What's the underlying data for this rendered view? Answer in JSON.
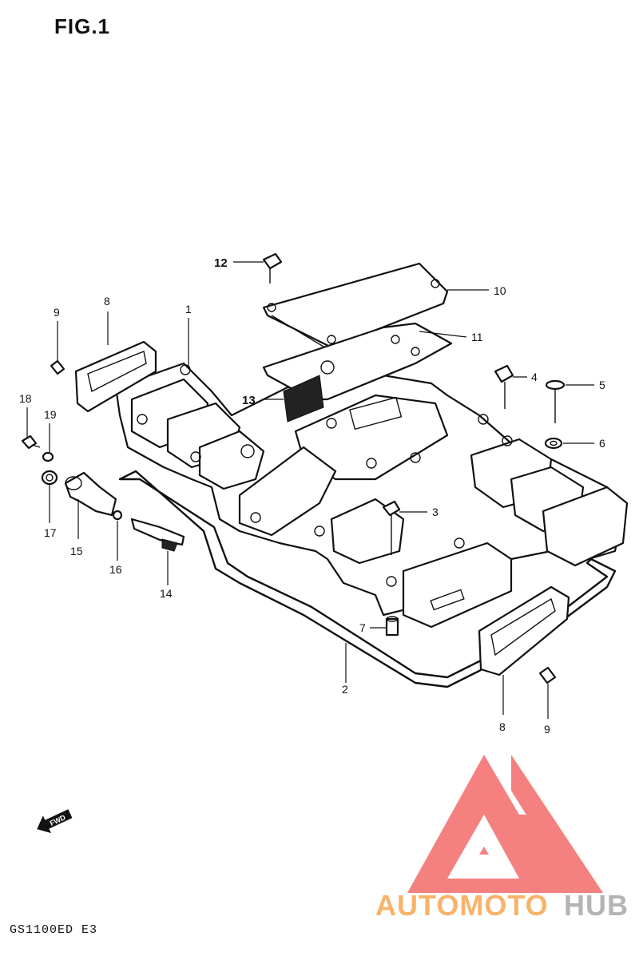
{
  "figure": {
    "title": "FIG.1",
    "model_code": "GS1100ED  E3",
    "fwd_label": "FWD"
  },
  "callouts": [
    {
      "id": "c1",
      "label": "1"
    },
    {
      "id": "c2",
      "label": "2"
    },
    {
      "id": "c3",
      "label": "3"
    },
    {
      "id": "c4",
      "label": "4"
    },
    {
      "id": "c5",
      "label": "5"
    },
    {
      "id": "c6",
      "label": "6"
    },
    {
      "id": "c7",
      "label": "7"
    },
    {
      "id": "c8a",
      "label": "8"
    },
    {
      "id": "c8b",
      "label": "8"
    },
    {
      "id": "c9a",
      "label": "9"
    },
    {
      "id": "c9b",
      "label": "9"
    },
    {
      "id": "c10",
      "label": "10"
    },
    {
      "id": "c11",
      "label": "11"
    },
    {
      "id": "c12",
      "label": "12"
    },
    {
      "id": "c13",
      "label": "13"
    },
    {
      "id": "c14",
      "label": "14"
    },
    {
      "id": "c15",
      "label": "15"
    },
    {
      "id": "c16",
      "label": "16"
    },
    {
      "id": "c17",
      "label": "17"
    },
    {
      "id": "c18",
      "label": "18"
    },
    {
      "id": "c19",
      "label": "19"
    }
  ],
  "watermark": {
    "part1": "AUTOMOTO",
    "part2": "HUB",
    "colors": {
      "logo": "#f46a6a",
      "auto": "#f7b36b",
      "hub": "#b4b4b4"
    }
  }
}
